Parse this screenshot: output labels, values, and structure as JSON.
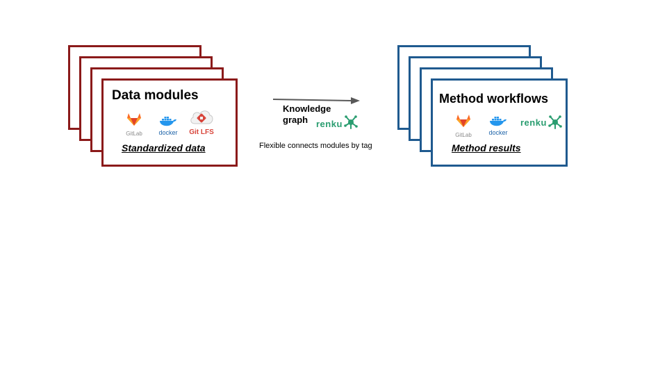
{
  "data_modules": {
    "title": "Data modules",
    "subtitle": "Standardized data",
    "logos": {
      "gitlab": "GitLab",
      "docker": "docker",
      "gitlfs": "Git LFS"
    },
    "border_color": "#8b1a1a"
  },
  "method_workflows": {
    "title": "Method workflows",
    "subtitle": "Method results",
    "logos": {
      "gitlab": "GitLab",
      "docker": "docker",
      "renku": "renku"
    },
    "border_color": "#1f5a8f"
  },
  "connector": {
    "label_line1": "Knowledge",
    "label_line2": "graph",
    "renku": "renku",
    "caption": "Flexible connects modules by tag"
  }
}
